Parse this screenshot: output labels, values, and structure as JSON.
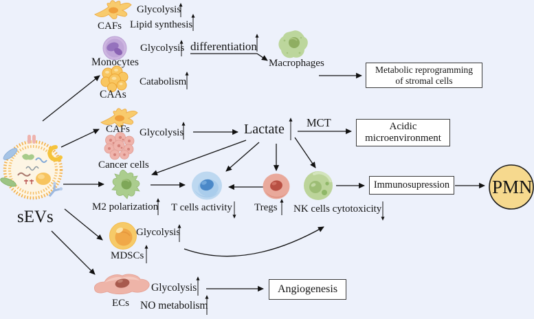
{
  "figure": {
    "background_color": "#edf1fb",
    "accent_colors": {
      "vesicle_membrane": "#f2ae47",
      "pmn_fill": "#f6d98e",
      "arrow_color": "#111111"
    },
    "source": {
      "label": "sEVs"
    },
    "stromal": {
      "cafs": {
        "label": "CAFs",
        "effects": [
          {
            "text": "Glycolysis",
            "direction": "up"
          },
          {
            "text": "Lipid synthesis",
            "direction": "up"
          }
        ]
      },
      "monocytes": {
        "label": "Monocytes",
        "effects": [
          {
            "text": "Glycolysis",
            "direction": "up"
          }
        ],
        "process": {
          "text": "differentiation",
          "direction": "up"
        }
      },
      "macrophages": {
        "label": "Macrophages"
      },
      "caas": {
        "label": "CAAs",
        "effects": [
          {
            "text": "Catabolism",
            "direction": "up"
          }
        ]
      },
      "outcome_box": {
        "line1": "Metabolic reprogramming",
        "line2": "of stromal cells"
      }
    },
    "lactate_axis": {
      "cafs": {
        "label": "CAFs"
      },
      "cancer": {
        "label": "Cancer cells",
        "effects": [
          {
            "text": "Glycolysis",
            "direction": "up"
          }
        ]
      },
      "lactate": {
        "text": "Lactate",
        "direction": "up"
      },
      "mct": {
        "label": "MCT"
      },
      "acidic_box": {
        "line1": "Acidic",
        "line2": "microenvironment"
      }
    },
    "immune": {
      "m2": {
        "label": "M2 polarization",
        "direction": "up"
      },
      "t_cells": {
        "label": "T cells activity",
        "direction": "down"
      },
      "tregs": {
        "label": "Tregs",
        "direction": "up"
      },
      "nk": {
        "label": "NK cells cytotoxicity",
        "direction": "down"
      },
      "immuno_box": {
        "label": "Immunosupression"
      },
      "pmn": {
        "label": "PMN"
      }
    },
    "mdsc": {
      "label": "MDSCs",
      "direction": "up",
      "effects": [
        {
          "text": "Glycolysis",
          "direction": "up"
        }
      ]
    },
    "angio": {
      "ecs": {
        "label": "ECs",
        "effects": [
          {
            "text": "Glycolysis",
            "direction": "up"
          },
          {
            "text": "NO metabolism",
            "direction": "up"
          }
        ]
      },
      "box": {
        "label": "Angiogenesis"
      }
    }
  }
}
